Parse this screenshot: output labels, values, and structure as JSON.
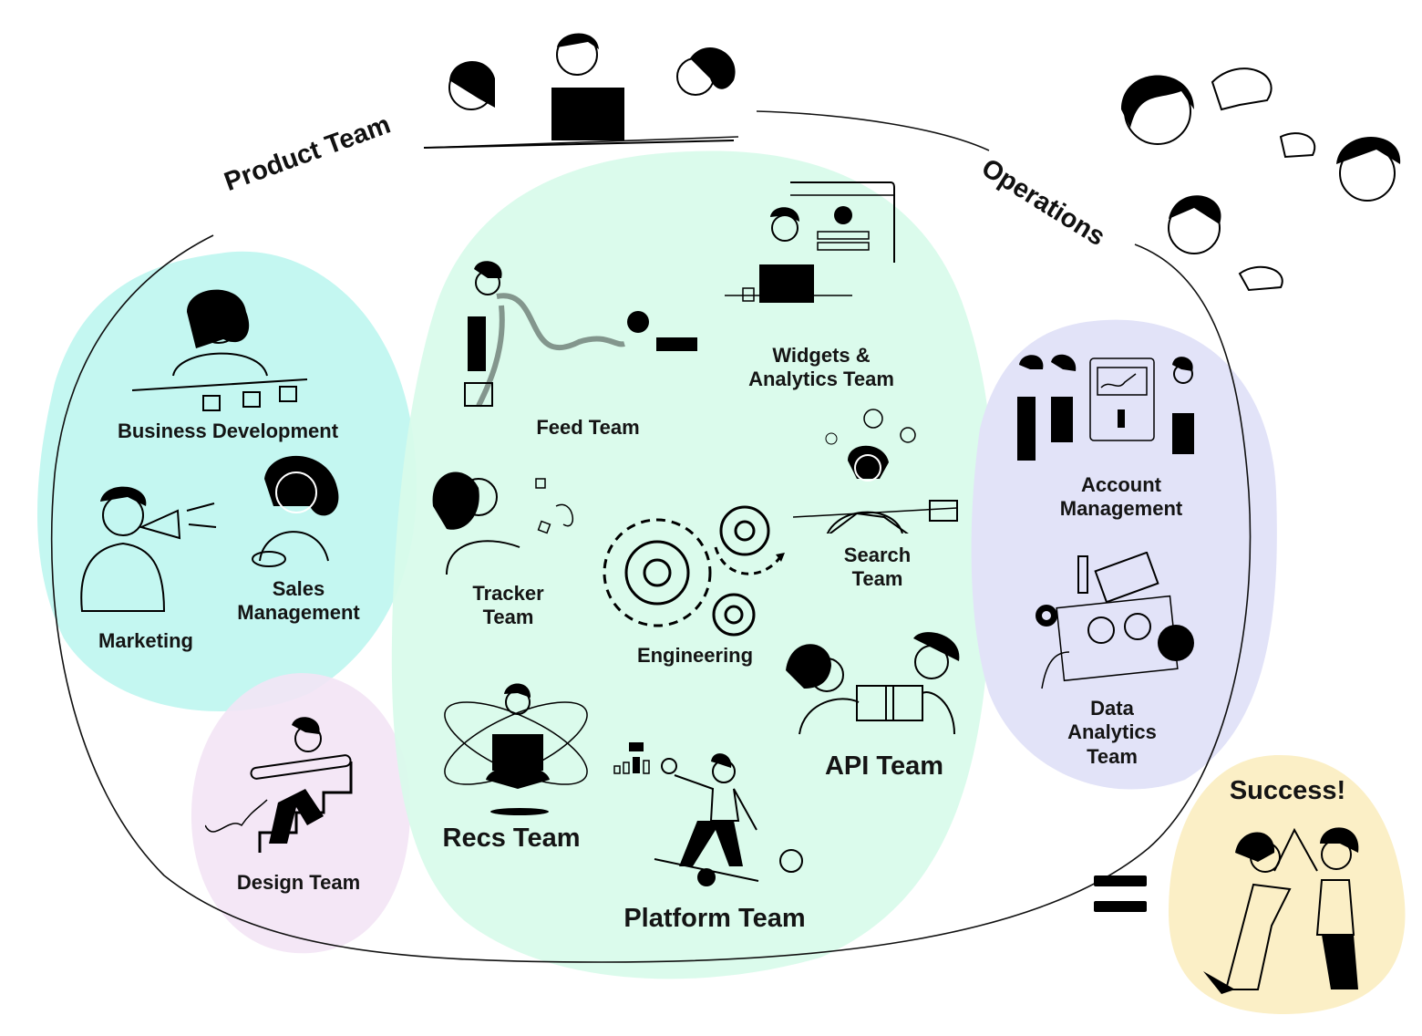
{
  "diagram": {
    "outer_groups": {
      "product_team": "Product Team",
      "operations": "Operations"
    },
    "clusters": {
      "business": {
        "color": "#c4f7f1",
        "teams": [
          "Business Development",
          "Marketing",
          "Sales Management"
        ]
      },
      "design": {
        "color": "#f5e6f5",
        "teams": [
          "Design Team"
        ]
      },
      "engineering": {
        "color": "#d9fbeb",
        "label": "Engineering",
        "teams": [
          "Feed Team",
          "Widgets & Analytics Team",
          "Tracker Team",
          "Search Team",
          "Recs Team",
          "API Team",
          "Platform Team"
        ]
      },
      "operations": {
        "color": "#e3e4f8",
        "teams": [
          "Account Management",
          "Data Analytics Team"
        ]
      }
    },
    "result": {
      "operator": "=",
      "label": "Success!",
      "color": "#fbefc6"
    },
    "labels": {
      "business_development": "Business Development",
      "marketing": "Marketing",
      "sales_1": "Sales",
      "sales_2": "Management",
      "design": "Design Team",
      "feed": "Feed Team",
      "widgets_1": "Widgets &",
      "widgets_2": "Analytics Team",
      "tracker_1": "Tracker",
      "tracker_2": "Team",
      "search_1": "Search",
      "search_2": "Team",
      "engineering": "Engineering",
      "recs": "Recs Team",
      "api": "API Team",
      "platform": "Platform Team",
      "account_1": "Account",
      "account_2": "Management",
      "data_1": "Data",
      "data_2": "Analytics",
      "data_3": "Team",
      "success": "Success!"
    }
  }
}
